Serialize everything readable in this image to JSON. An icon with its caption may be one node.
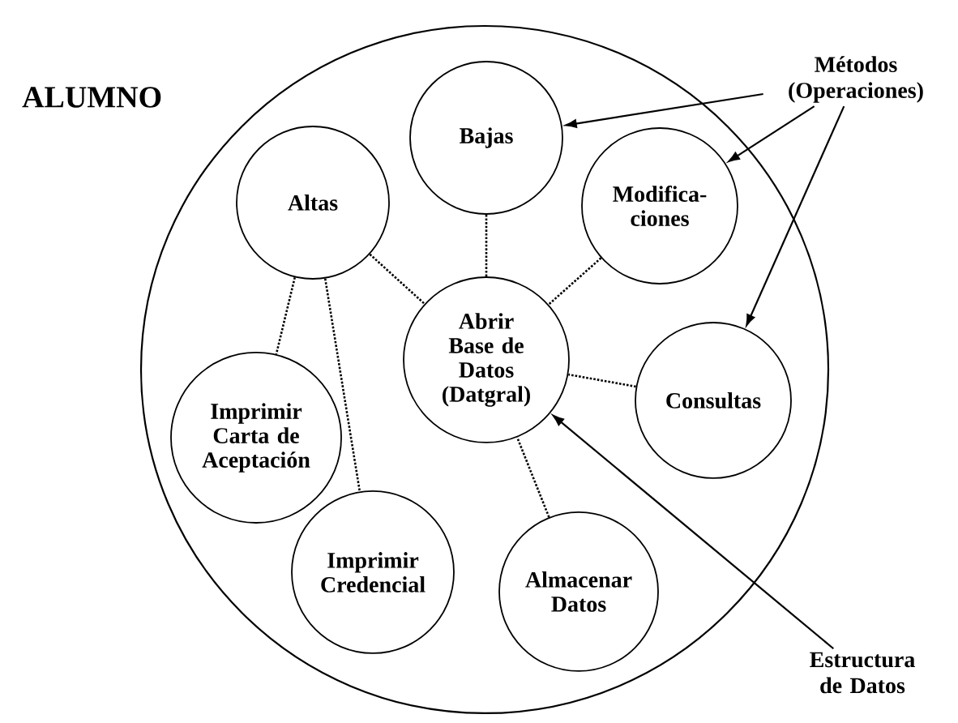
{
  "diagram": {
    "nodes": [
      {
        "text": [
          "ALUMNO"
        ]
      },
      {
        "text": [
          "Bajas"
        ],
        "in": 0
      },
      {
        "text": [
          "Altas"
        ],
        "in": 0
      },
      {
        "text": [
          "Modifica- ciones"
        ],
        "in": 0
      },
      {
        "text": [
          "Abrir Base de Datos (Datgral)"
        ],
        "in": 0
      },
      {
        "text": [
          "Imprimir Carta de Aceptación"
        ],
        "in": 0
      },
      {
        "text": [
          "Consultas"
        ],
        "in": 0
      },
      {
        "text": [
          "Imprimir Credencial"
        ],
        "in": 0
      },
      {
        "text": [
          "Almacenar Datos"
        ],
        "in": 0
      },
      {
        "text": [
          "Métodos (Operaciones)"
        ]
      },
      {
        "text": [
          "Estructura de Datos"
        ]
      }
    ],
    "edges": [
      {
        "from": 9,
        "to": 1,
        "arrow": "to"
      },
      {
        "from": 9,
        "to": 3,
        "arrow": "to"
      },
      {
        "from": 9,
        "to": 6,
        "arrow": "to"
      },
      {
        "from": 10,
        "to": 4,
        "arrow": "to"
      },
      {
        "from": 1,
        "to": 4,
        "arrow": "none",
        "style": "dashed"
      },
      {
        "from": 2,
        "to": 4,
        "arrow": "none",
        "style": "dashed"
      },
      {
        "from": 3,
        "to": 4,
        "arrow": "none",
        "style": "dashed"
      },
      {
        "from": 6,
        "to": 4,
        "arrow": "none",
        "style": "dashed"
      },
      {
        "from": 8,
        "to": 4,
        "arrow": "none",
        "style": "dashed"
      },
      {
        "from": 2,
        "to": 5,
        "arrow": "none",
        "style": "dashed"
      },
      {
        "from": 2,
        "to": 7,
        "arrow": "none",
        "style": "dashed"
      }
    ]
  }
}
